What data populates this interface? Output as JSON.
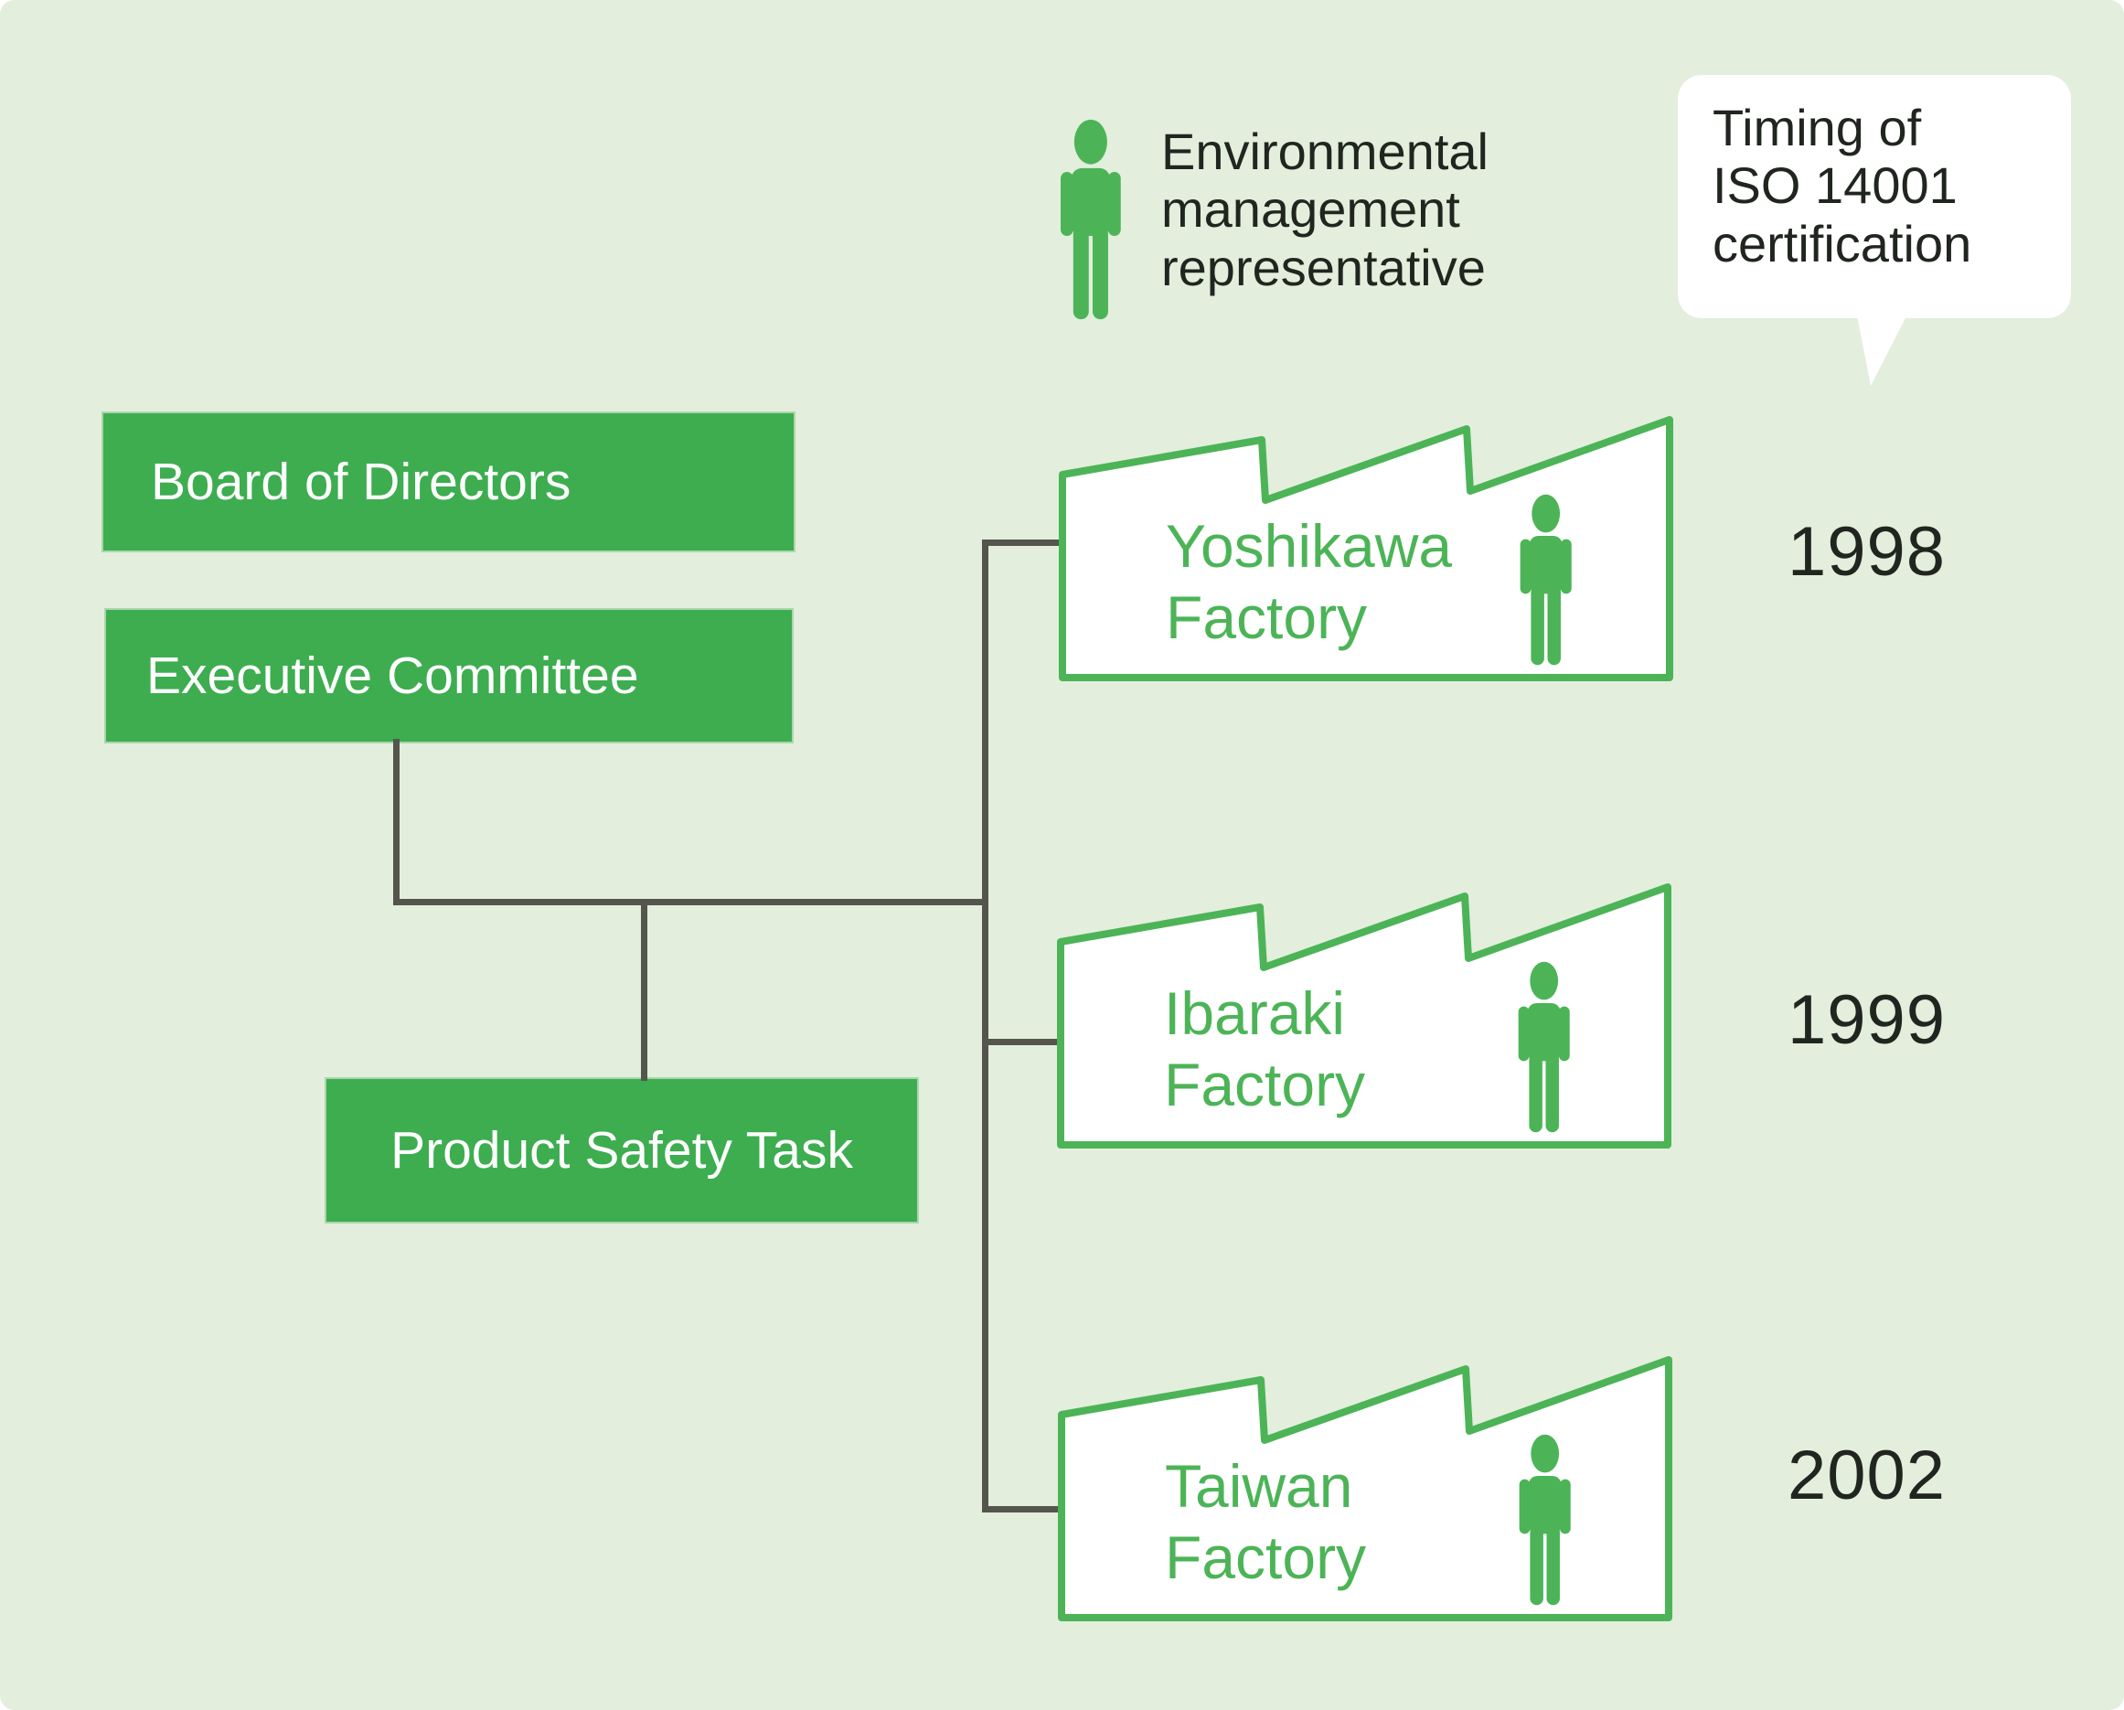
{
  "colors": {
    "background": "#e3eedd",
    "box_green": "#3dad50",
    "accent_green": "#4cb457",
    "line_gray": "#54564e",
    "text_dark": "#20261f",
    "card_white": "#ffffff"
  },
  "legend": {
    "icon": "person-icon",
    "label": "Environmental\nmanagement\nrepresentative"
  },
  "callout": {
    "text": "Timing of\nISO 14001\ncertification"
  },
  "org": {
    "board": "Board of Directors",
    "executive": "Executive Committee",
    "task": "Product Safety Task"
  },
  "factories": [
    {
      "name": "Yoshikawa\nFactory",
      "year": "1998"
    },
    {
      "name": "Ibaraki\nFactory",
      "year": "1999"
    },
    {
      "name": "Taiwan\nFactory",
      "year": "2002"
    }
  ]
}
